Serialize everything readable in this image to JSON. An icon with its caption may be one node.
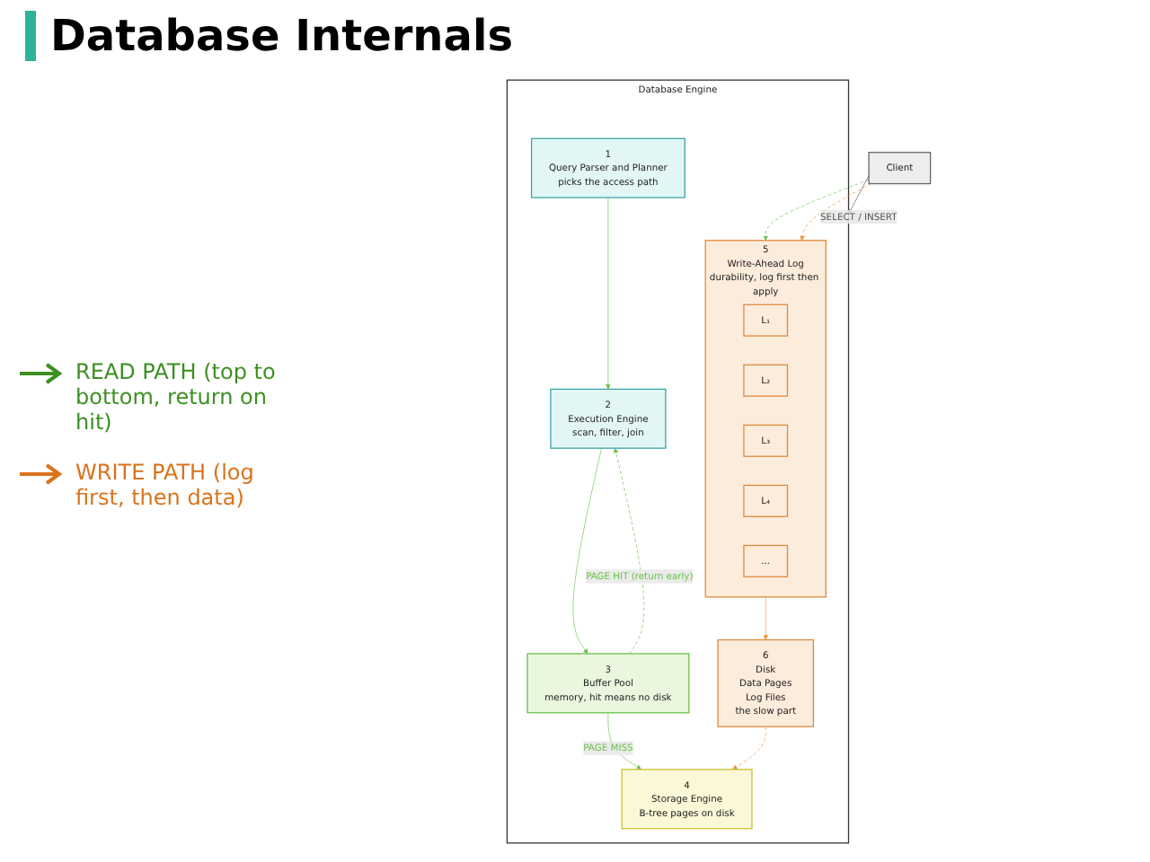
{
  "diagram": {
    "title": "Database Internals",
    "nodes": [
      {
        "text": [
          "Client"
        ]
      },
      {
        "text": [
          "Database Engine"
        ]
      },
      {
        "text": [
          "1",
          "Query Parser and Planner",
          "picks the access path"
        ],
        "in": 1
      },
      {
        "text": [
          "2",
          "Execution Engine",
          "scan, filter, join"
        ],
        "in": 1
      },
      {
        "text": [
          "3",
          "Buffer Pool",
          "memory, hit means no disk"
        ],
        "in": 1
      },
      {
        "text": [
          "4",
          "Storage Engine",
          "B-tree pages on disk"
        ],
        "in": 1
      },
      {
        "text": [
          "5",
          "Write-Ahead Log",
          "durability, log first then apply"
        ],
        "in": 1
      },
      {
        "text": [
          "L₁"
        ],
        "in": 6
      },
      {
        "text": [
          "L₂"
        ],
        "in": 6
      },
      {
        "text": [
          "L₃"
        ],
        "in": 6
      },
      {
        "text": [
          "L₄"
        ],
        "in": 6
      },
      {
        "text": [
          "..."
        ],
        "in": 6
      },
      {
        "text": [
          "6",
          "Disk",
          "Data Pages",
          "Log Files",
          "the slow part"
        ],
        "in": 1
      }
    ],
    "edges": [
      {
        "from": 0,
        "to": 1,
        "arrow": "to",
        "label": "SELECT / INSERT",
        "color": "#555555"
      },
      {
        "from": 0,
        "to": 6,
        "arrow": "to",
        "style": "dashed",
        "color": "#6cc04a"
      },
      {
        "from": 0,
        "to": 6,
        "arrow": "to",
        "style": "dashed",
        "color": "#f0963c"
      },
      {
        "from": 2,
        "to": 3,
        "arrow": "to",
        "color": "#6cc04a"
      },
      {
        "from": 3,
        "to": 4,
        "arrow": "to",
        "color": "#6cc04a"
      },
      {
        "from": 4,
        "to": 5,
        "arrow": "to",
        "label": "PAGE MISS",
        "color": "#6cc04a"
      },
      {
        "from": 4,
        "to": 3,
        "arrow": "to",
        "label": "PAGE HIT (return early)",
        "style": "dashed",
        "color": "#6cc04a"
      },
      {
        "from": 6,
        "to": 12,
        "arrow": "to",
        "color": "#f0963c"
      },
      {
        "from": 12,
        "to": 5,
        "arrow": "to",
        "style": "dashed",
        "color": "#f0963c"
      }
    ],
    "legend": [
      {
        "text": "READ PATH (top to bottom, return on hit)"
      },
      {
        "text": "WRITE PATH (log first, then data)"
      }
    ]
  }
}
